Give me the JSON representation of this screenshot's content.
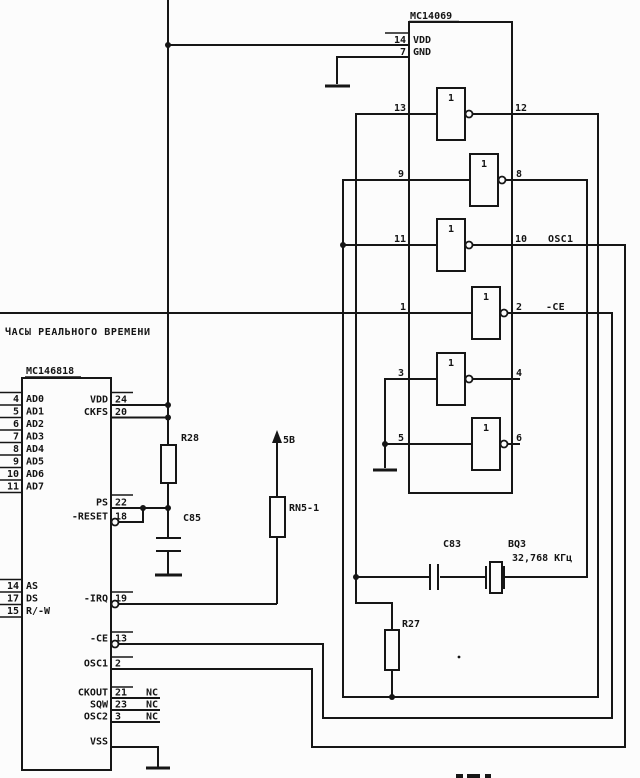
{
  "section_title": "ЧАСЫ РЕАЛЬНОГО ВРЕМЕНИ",
  "mc14069": {
    "name": "MC14069",
    "vdd": {
      "n": "14",
      "l": "VDD"
    },
    "gnd": {
      "n": "7",
      "l": "GND"
    },
    "gates": [
      {
        "sym": "1",
        "in": "13",
        "out": "12"
      },
      {
        "sym": "1",
        "in": "9",
        "out": "8"
      },
      {
        "sym": "1",
        "in": "11",
        "out": "10",
        "sig": "OSC1"
      },
      {
        "sym": "1",
        "in": "1",
        "out": "2",
        "sig": "-CE"
      },
      {
        "sym": "1",
        "in": "3",
        "out": "4"
      },
      {
        "sym": "1",
        "in": "5",
        "out": "6"
      }
    ]
  },
  "mc146818": {
    "name": "MC146818",
    "addr": [
      {
        "n": "4",
        "l": "AD0"
      },
      {
        "n": "5",
        "l": "AD1"
      },
      {
        "n": "6",
        "l": "AD2"
      },
      {
        "n": "7",
        "l": "AD3"
      },
      {
        "n": "8",
        "l": "AD4"
      },
      {
        "n": "9",
        "l": "AD5"
      },
      {
        "n": "10",
        "l": "AD6"
      },
      {
        "n": "11",
        "l": "AD7"
      }
    ],
    "bus": [
      {
        "n": "14",
        "l": "AS"
      },
      {
        "n": "17",
        "l": "DS"
      },
      {
        "n": "15",
        "l": "R/-W"
      }
    ],
    "right": [
      {
        "l": "VDD",
        "n": "24"
      },
      {
        "l": "CKFS",
        "n": "20"
      },
      {
        "l": "PS",
        "n": "22"
      },
      {
        "l": "-RESET",
        "n": "18"
      },
      {
        "l": "-IRQ",
        "n": "19"
      },
      {
        "l": "-CE",
        "n": "13"
      },
      {
        "l": "OSC1",
        "n": "2"
      },
      {
        "l": "CKOUT",
        "n": "21",
        "nc": "NC"
      },
      {
        "l": "SQW",
        "n": "23",
        "nc": "NC"
      },
      {
        "l": "OSC2",
        "n": "3",
        "nc": "NC"
      }
    ],
    "vss": "VSS"
  },
  "components": {
    "r28": "R28",
    "c85": "C85",
    "rn5": "RN5-1",
    "supply": "5B",
    "r27": "R27",
    "c83": "C83",
    "bq3": "BQ3",
    "freq": "32,768 КГц"
  }
}
